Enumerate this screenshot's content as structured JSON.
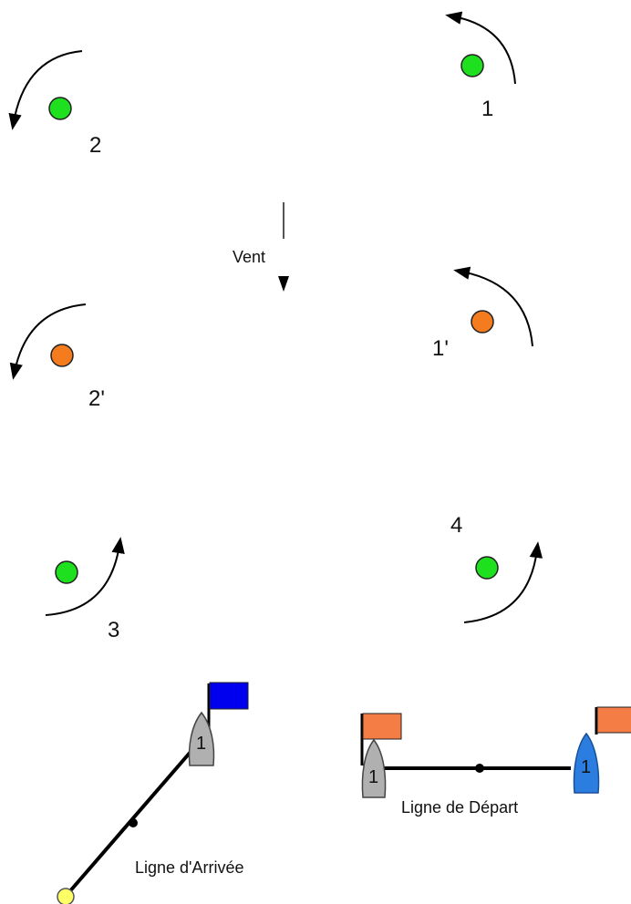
{
  "marks": [
    {
      "label": "1",
      "color": "green"
    },
    {
      "label": "2",
      "color": "green"
    },
    {
      "label": "1'",
      "color": "orange"
    },
    {
      "label": "2'",
      "color": "orange"
    },
    {
      "label": "3",
      "color": "green"
    },
    {
      "label": "4",
      "color": "green"
    }
  ],
  "wind": {
    "label": "Vent"
  },
  "finish_line": {
    "label": "Ligne d'Arrivée",
    "boat_number": "1",
    "flag_color": "#0000ee",
    "buoy_color": "#ffff66"
  },
  "start_line": {
    "label": "Ligne de Départ",
    "left_boat_number": "1",
    "right_boat_number": "1",
    "flag_color": "#f47c45",
    "left_boat_color": "#b0b0b0",
    "right_boat_color": "#2b7de0"
  },
  "colors": {
    "green": "#1fe01f",
    "orange": "#f47c1f"
  }
}
